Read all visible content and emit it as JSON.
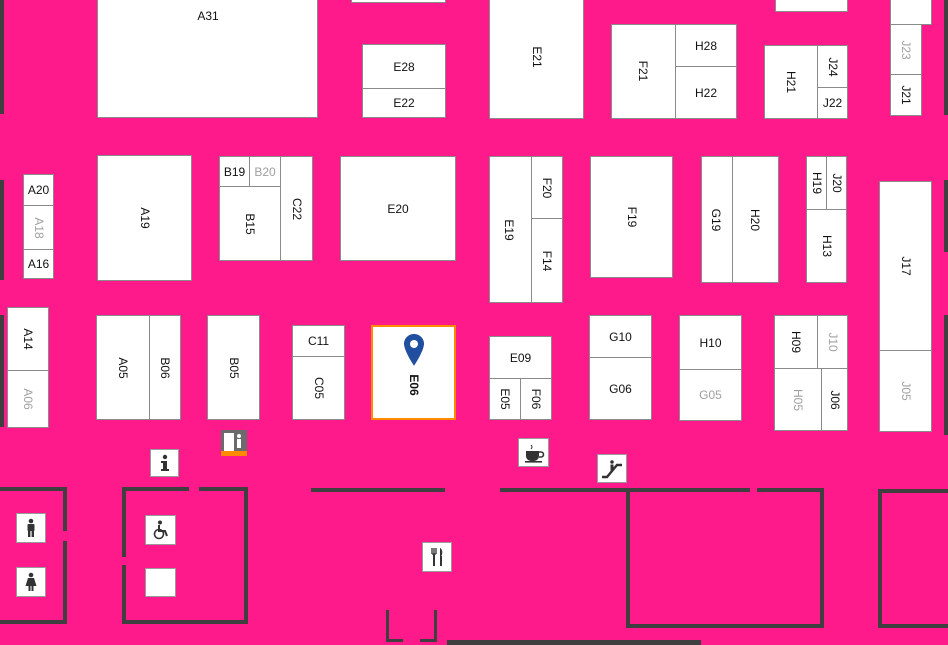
{
  "map": {
    "background_color": "#ff1a8c",
    "booth_color": "#ffffff",
    "selected_border_color": "#ff8a00",
    "marker_color": "#1f4f9e",
    "selected_booth": "E06",
    "booths": [
      {
        "id": "A31"
      },
      {
        "id": "E28"
      },
      {
        "id": "E22"
      },
      {
        "id": "E21"
      },
      {
        "id": "F21"
      },
      {
        "id": "H28"
      },
      {
        "id": "H22"
      },
      {
        "id": "H21"
      },
      {
        "id": "J24"
      },
      {
        "id": "J22"
      },
      {
        "id": "J23",
        "dim": true
      },
      {
        "id": "J21"
      },
      {
        "id": "A20"
      },
      {
        "id": "A18",
        "dim": true
      },
      {
        "id": "A16"
      },
      {
        "id": "A19"
      },
      {
        "id": "B19"
      },
      {
        "id": "B20",
        "dim": true
      },
      {
        "id": "B15"
      },
      {
        "id": "C22"
      },
      {
        "id": "E20"
      },
      {
        "id": "E19"
      },
      {
        "id": "F20"
      },
      {
        "id": "F14"
      },
      {
        "id": "F19"
      },
      {
        "id": "G19"
      },
      {
        "id": "H20"
      },
      {
        "id": "H19"
      },
      {
        "id": "J20"
      },
      {
        "id": "H13"
      },
      {
        "id": "J17"
      },
      {
        "id": "J05",
        "dim": true
      },
      {
        "id": "A14"
      },
      {
        "id": "A06",
        "dim": true
      },
      {
        "id": "A05"
      },
      {
        "id": "B06"
      },
      {
        "id": "B05"
      },
      {
        "id": "C11"
      },
      {
        "id": "C05"
      },
      {
        "id": "E06"
      },
      {
        "id": "E09"
      },
      {
        "id": "E05"
      },
      {
        "id": "F06"
      },
      {
        "id": "G10"
      },
      {
        "id": "G06"
      },
      {
        "id": "H10"
      },
      {
        "id": "G05",
        "dim": true
      },
      {
        "id": "H09"
      },
      {
        "id": "J10",
        "dim": true
      },
      {
        "id": "H05",
        "dim": true
      },
      {
        "id": "J06"
      }
    ],
    "pois": [
      {
        "name": "info-icon"
      },
      {
        "name": "stairs-icon"
      },
      {
        "name": "cafe-icon"
      },
      {
        "name": "escalator-icon"
      },
      {
        "name": "men-restroom-icon"
      },
      {
        "name": "women-restroom-icon"
      },
      {
        "name": "accessible-restroom-icon"
      },
      {
        "name": "restaurant-icon"
      },
      {
        "name": "blank-icon"
      }
    ]
  }
}
